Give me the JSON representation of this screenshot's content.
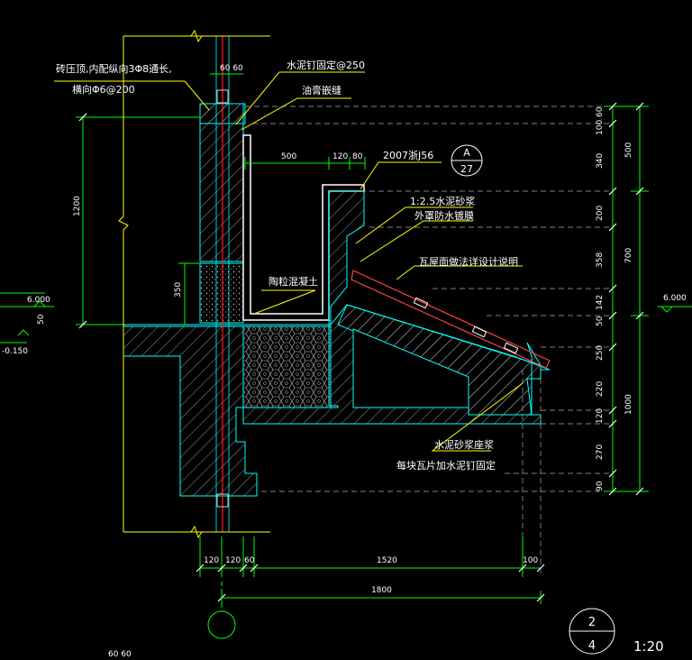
{
  "annotations": {
    "top_left_line1": "砖压顶,内配纵向3Φ8通长,",
    "top_left_line2": "横向Φ6@200",
    "cement_nail": "水泥钉固定@250",
    "oil_paste": "油膏嵌缝",
    "ref_code": "2007浙J56",
    "mortar": "1:2.5水泥砂浆",
    "waterproof": "外罩防水镀膜",
    "tile_roof": "瓦屋面做法详设计说明",
    "ceramsite_concrete": "陶粒混凝土",
    "mortar_bed": "水泥砂浆座浆",
    "tile_nail": "每块瓦片加水泥钉固定"
  },
  "callout": {
    "top": "A",
    "bottom": "27"
  },
  "section": {
    "top": "2",
    "bottom": "4",
    "scale": "1:20"
  },
  "dimensions": {
    "top_60_60": "60 60",
    "d500": "500",
    "d120a": "120",
    "d80": "80",
    "left_1200": "1200",
    "left_350": "350",
    "left_50": "50",
    "elev_pos": "6.000",
    "elev_pos_right": "6.000",
    "elev_neg": "-0.150",
    "right_col1": [
      "60",
      "100",
      "340",
      "200",
      "358",
      "142",
      "50",
      "250",
      "220",
      "120",
      "270",
      "90"
    ],
    "right_500": "500",
    "right_700": "700",
    "right_1000": "1000",
    "bottom": [
      "120",
      "120",
      "60",
      "1520",
      "100"
    ],
    "total_1800": "1800",
    "bottom_cut": "60 60"
  },
  "colors": {
    "outline": "#00ffff",
    "dim": "#00ff00",
    "leader": "#ffff00",
    "rebar": "#ff2020",
    "hatch": "#ffffff",
    "text": "#ffffff"
  }
}
